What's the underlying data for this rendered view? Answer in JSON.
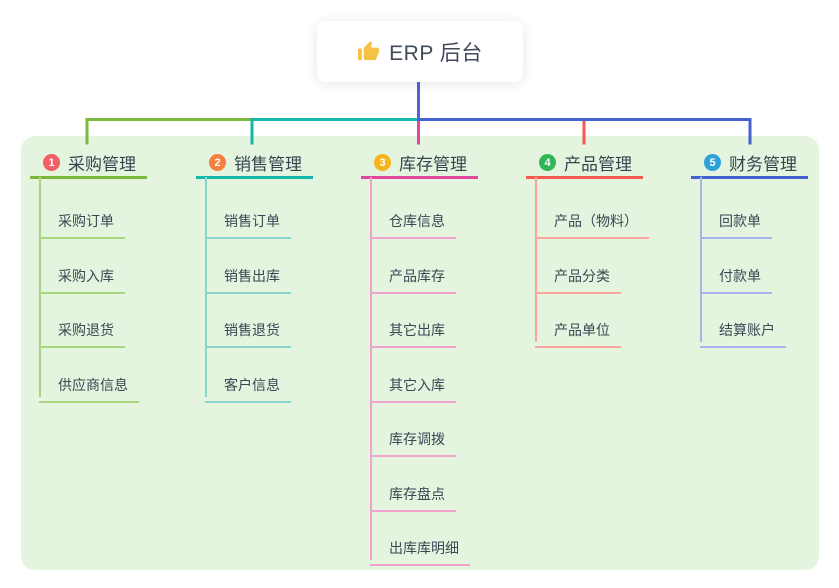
{
  "root": {
    "title": "ERP 后台",
    "icon": "thumbs-up-icon",
    "icon_color": "#f6c244"
  },
  "panel_color": "#e4f4df",
  "connector": {
    "stub_color": "#4f63d6"
  },
  "text_colors": {
    "root": "#3f4a5a",
    "header": "#39434f",
    "child": "#3d4653"
  },
  "branches": [
    {
      "index": "1",
      "label": "采购管理",
      "badge_color": "#f25f68",
      "line_color": "#7ab83e",
      "child_line_color": "#a9d47e",
      "children": [
        "采购订单",
        "采购入库",
        "采购退货",
        "供应商信息"
      ]
    },
    {
      "index": "2",
      "label": "销售管理",
      "badge_color": "#f67e3e",
      "line_color": "#14b8ac",
      "child_line_color": "#85d5cc",
      "children": [
        "销售订单",
        "销售出库",
        "销售退货",
        "客户信息"
      ]
    },
    {
      "index": "3",
      "label": "库存管理",
      "badge_color": "#f8b21e",
      "line_color": "#e2479e",
      "child_line_color": "#f2a4cd",
      "children": [
        "仓库信息",
        "产品库存",
        "其它出库",
        "其它入库",
        "库存调拨",
        "库存盘点",
        "出库库明细"
      ]
    },
    {
      "index": "4",
      "label": "产品管理",
      "badge_color": "#31b557",
      "line_color": "#f55a50",
      "child_line_color": "#f9a49c",
      "children": [
        "产品（物料）",
        "产品分类",
        "产品单位"
      ]
    },
    {
      "index": "5",
      "label": "财务管理",
      "badge_color": "#2aa2da",
      "line_color": "#4462cf",
      "child_line_color": "#a5b5e9",
      "children": [
        "回款单",
        "付款单",
        "结算账户"
      ]
    }
  ]
}
